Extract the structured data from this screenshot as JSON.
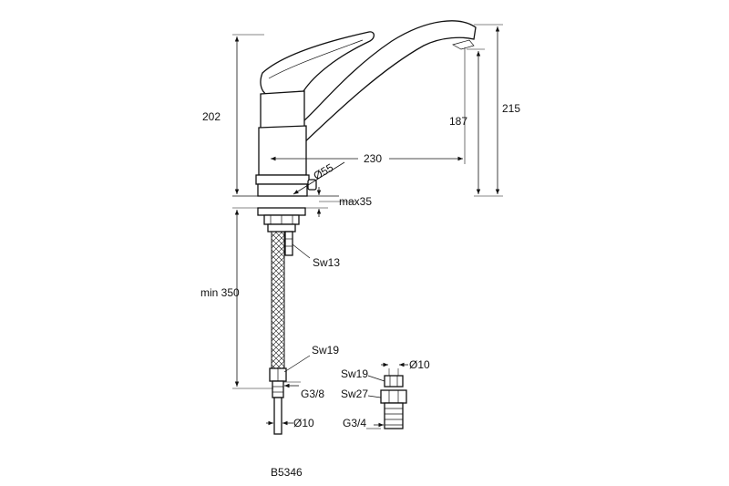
{
  "dimensions": {
    "overall_height_left": "202",
    "overall_height_right": "215",
    "spout_height": "187",
    "spout_reach": "230",
    "base_diameter": "Ø55",
    "max_deck": "max35",
    "hose_length": "min 350"
  },
  "callouts": {
    "nut": "Sw13",
    "hose_nut": "Sw19",
    "thread": "G3/8",
    "hose_diameter": "Ø10"
  },
  "detail": {
    "diameter": "Ø10",
    "wrench_small": "Sw19",
    "wrench_large": "Sw27",
    "thread": "G3/4"
  },
  "model_code": "B5346"
}
